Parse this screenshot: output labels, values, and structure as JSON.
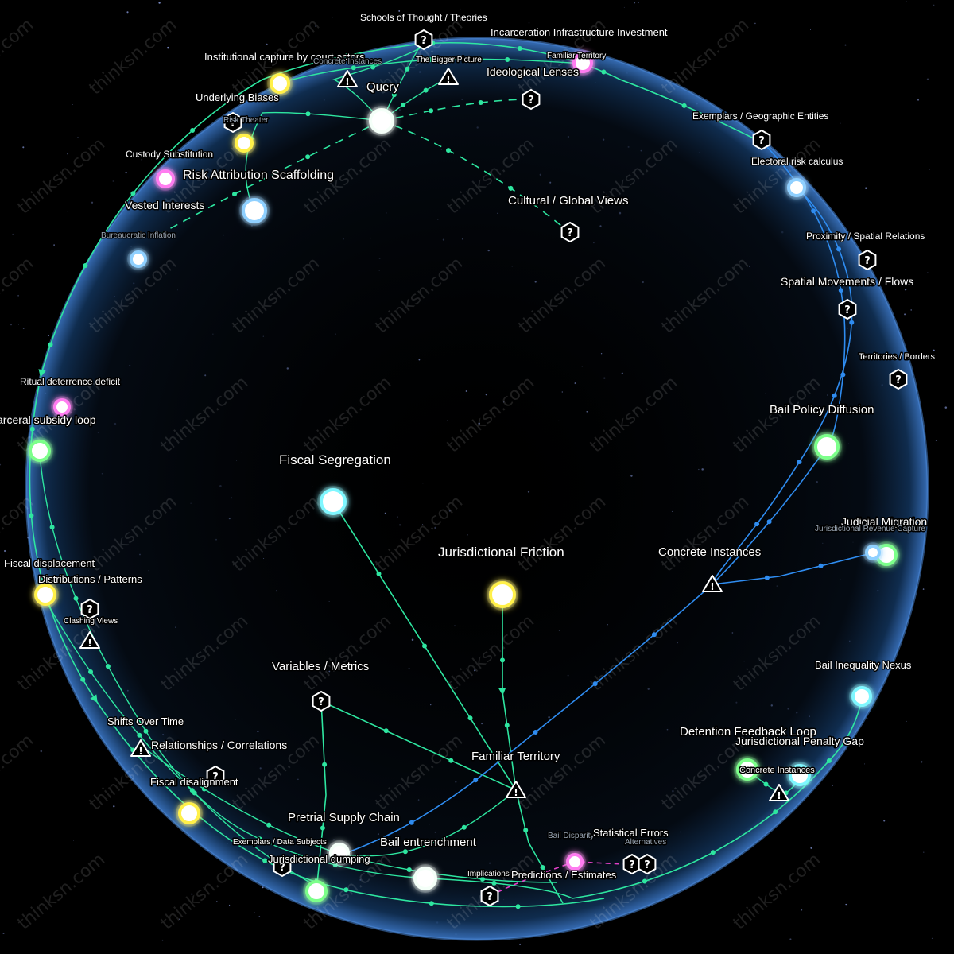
{
  "watermark": "thinksn.com",
  "colors": {
    "background": "#000000",
    "sphere_edge": "#3c78c8",
    "edge_green": "#2ee6a0",
    "edge_blue": "#2f8cf0",
    "edge_magenta": "#e040c8",
    "node_cyan": "#7ff7ff",
    "node_yellow": "#fff04a",
    "node_green": "#7cff8a",
    "node_blue": "#8fd0ff",
    "node_magenta": "#ff7cf0",
    "node_white": "#f4fff8"
  },
  "nodes": [
    {
      "label": "Query",
      "kind": "circle",
      "color": "white"
    },
    {
      "label": "Fiscal Segregation",
      "kind": "circle",
      "color": "cyan"
    },
    {
      "label": "Jurisdictional Friction",
      "kind": "circle",
      "color": "yellow"
    },
    {
      "label": "Bail Policy Diffusion",
      "kind": "circle",
      "color": "green"
    },
    {
      "label": "Judicial Migration",
      "kind": "circle",
      "color": "green"
    },
    {
      "label": "Jurisdictional Revenue Capture",
      "kind": "circle",
      "color": "blue"
    },
    {
      "label": "Bail Inequality Nexus",
      "kind": "circle",
      "color": "cyan"
    },
    {
      "label": "Detention Feedback Loop",
      "kind": "circle",
      "color": "green"
    },
    {
      "label": "Jurisdictional Penalty Gap",
      "kind": "circle",
      "color": "cyan"
    },
    {
      "label": "Pretrial Supply Chain",
      "kind": "circle",
      "color": "white"
    },
    {
      "label": "Bail entrenchment",
      "kind": "circle",
      "color": "white"
    },
    {
      "label": "Jurisdictional dumping",
      "kind": "circle",
      "color": "green"
    },
    {
      "label": "Fiscal disalignment",
      "kind": "circle",
      "color": "yellow"
    },
    {
      "label": "Fiscal displacement",
      "kind": "circle",
      "color": "yellow"
    },
    {
      "label": "arceral subsidy loop",
      "kind": "circle",
      "color": "green"
    },
    {
      "label": "Ritual deterrence deficit",
      "kind": "circle",
      "color": "magenta"
    },
    {
      "label": "Risk Attribution Scaffolding",
      "kind": "circle",
      "color": "blue"
    },
    {
      "label": "Vested Interests",
      "kind": "circle",
      "color": "magenta"
    },
    {
      "label": "Underlying Biases",
      "kind": "circle",
      "color": "yellow"
    },
    {
      "label": "Institutional capture by court actors",
      "kind": "circle",
      "color": "yellow"
    },
    {
      "label": "Custody Substitution",
      "kind": "circle",
      "color": "magenta"
    },
    {
      "label": "Bureaucratic Inflation",
      "kind": "circle",
      "color": "blue"
    },
    {
      "label": "Familiar Territory",
      "kind": "circle",
      "color": "magenta"
    },
    {
      "label": "Electoral risk calculus",
      "kind": "circle",
      "color": "blue"
    },
    {
      "label": "Bail Disparity",
      "kind": "circle",
      "color": "magenta"
    },
    {
      "label": "Ideological Lenses",
      "kind": "question"
    },
    {
      "label": "Cultural / Global Views",
      "kind": "question"
    },
    {
      "label": "Schools of Thought / Theories",
      "kind": "question"
    },
    {
      "label": "Incarceration Infrastructure Investment",
      "kind": "none"
    },
    {
      "label": "Exemplars / Geographic Entities",
      "kind": "question"
    },
    {
      "label": "Proximity / Spatial Relations",
      "kind": "question"
    },
    {
      "label": "Spatial Movements / Flows",
      "kind": "question"
    },
    {
      "label": "Territories / Borders",
      "kind": "question"
    },
    {
      "label": "Variables / Metrics",
      "kind": "question"
    },
    {
      "label": "Distributions / Patterns",
      "kind": "question"
    },
    {
      "label": "Clashing Views",
      "kind": "warning"
    },
    {
      "label": "Exemplars / Data Subjects",
      "kind": "question"
    },
    {
      "label": "Statistical Errors",
      "kind": "question"
    },
    {
      "label": "Alternatives",
      "kind": "question"
    },
    {
      "label": "Predictions / Estimates",
      "kind": "question"
    },
    {
      "label": "Implications",
      "kind": "question"
    },
    {
      "label": "Risk Theater",
      "kind": "question"
    },
    {
      "label": "Concrete Instances",
      "kind": "warning"
    },
    {
      "label": "Concrete Instances",
      "kind": "warning"
    },
    {
      "label": "The Bigger Picture",
      "kind": "warning"
    },
    {
      "label": "Familiar Territory",
      "kind": "warning"
    },
    {
      "label": "Shifts Over Time",
      "kind": "warning"
    },
    {
      "label": "Relationships / Correlations",
      "kind": "question"
    },
    {
      "label": "Concrete Instances",
      "kind": "warning"
    }
  ]
}
